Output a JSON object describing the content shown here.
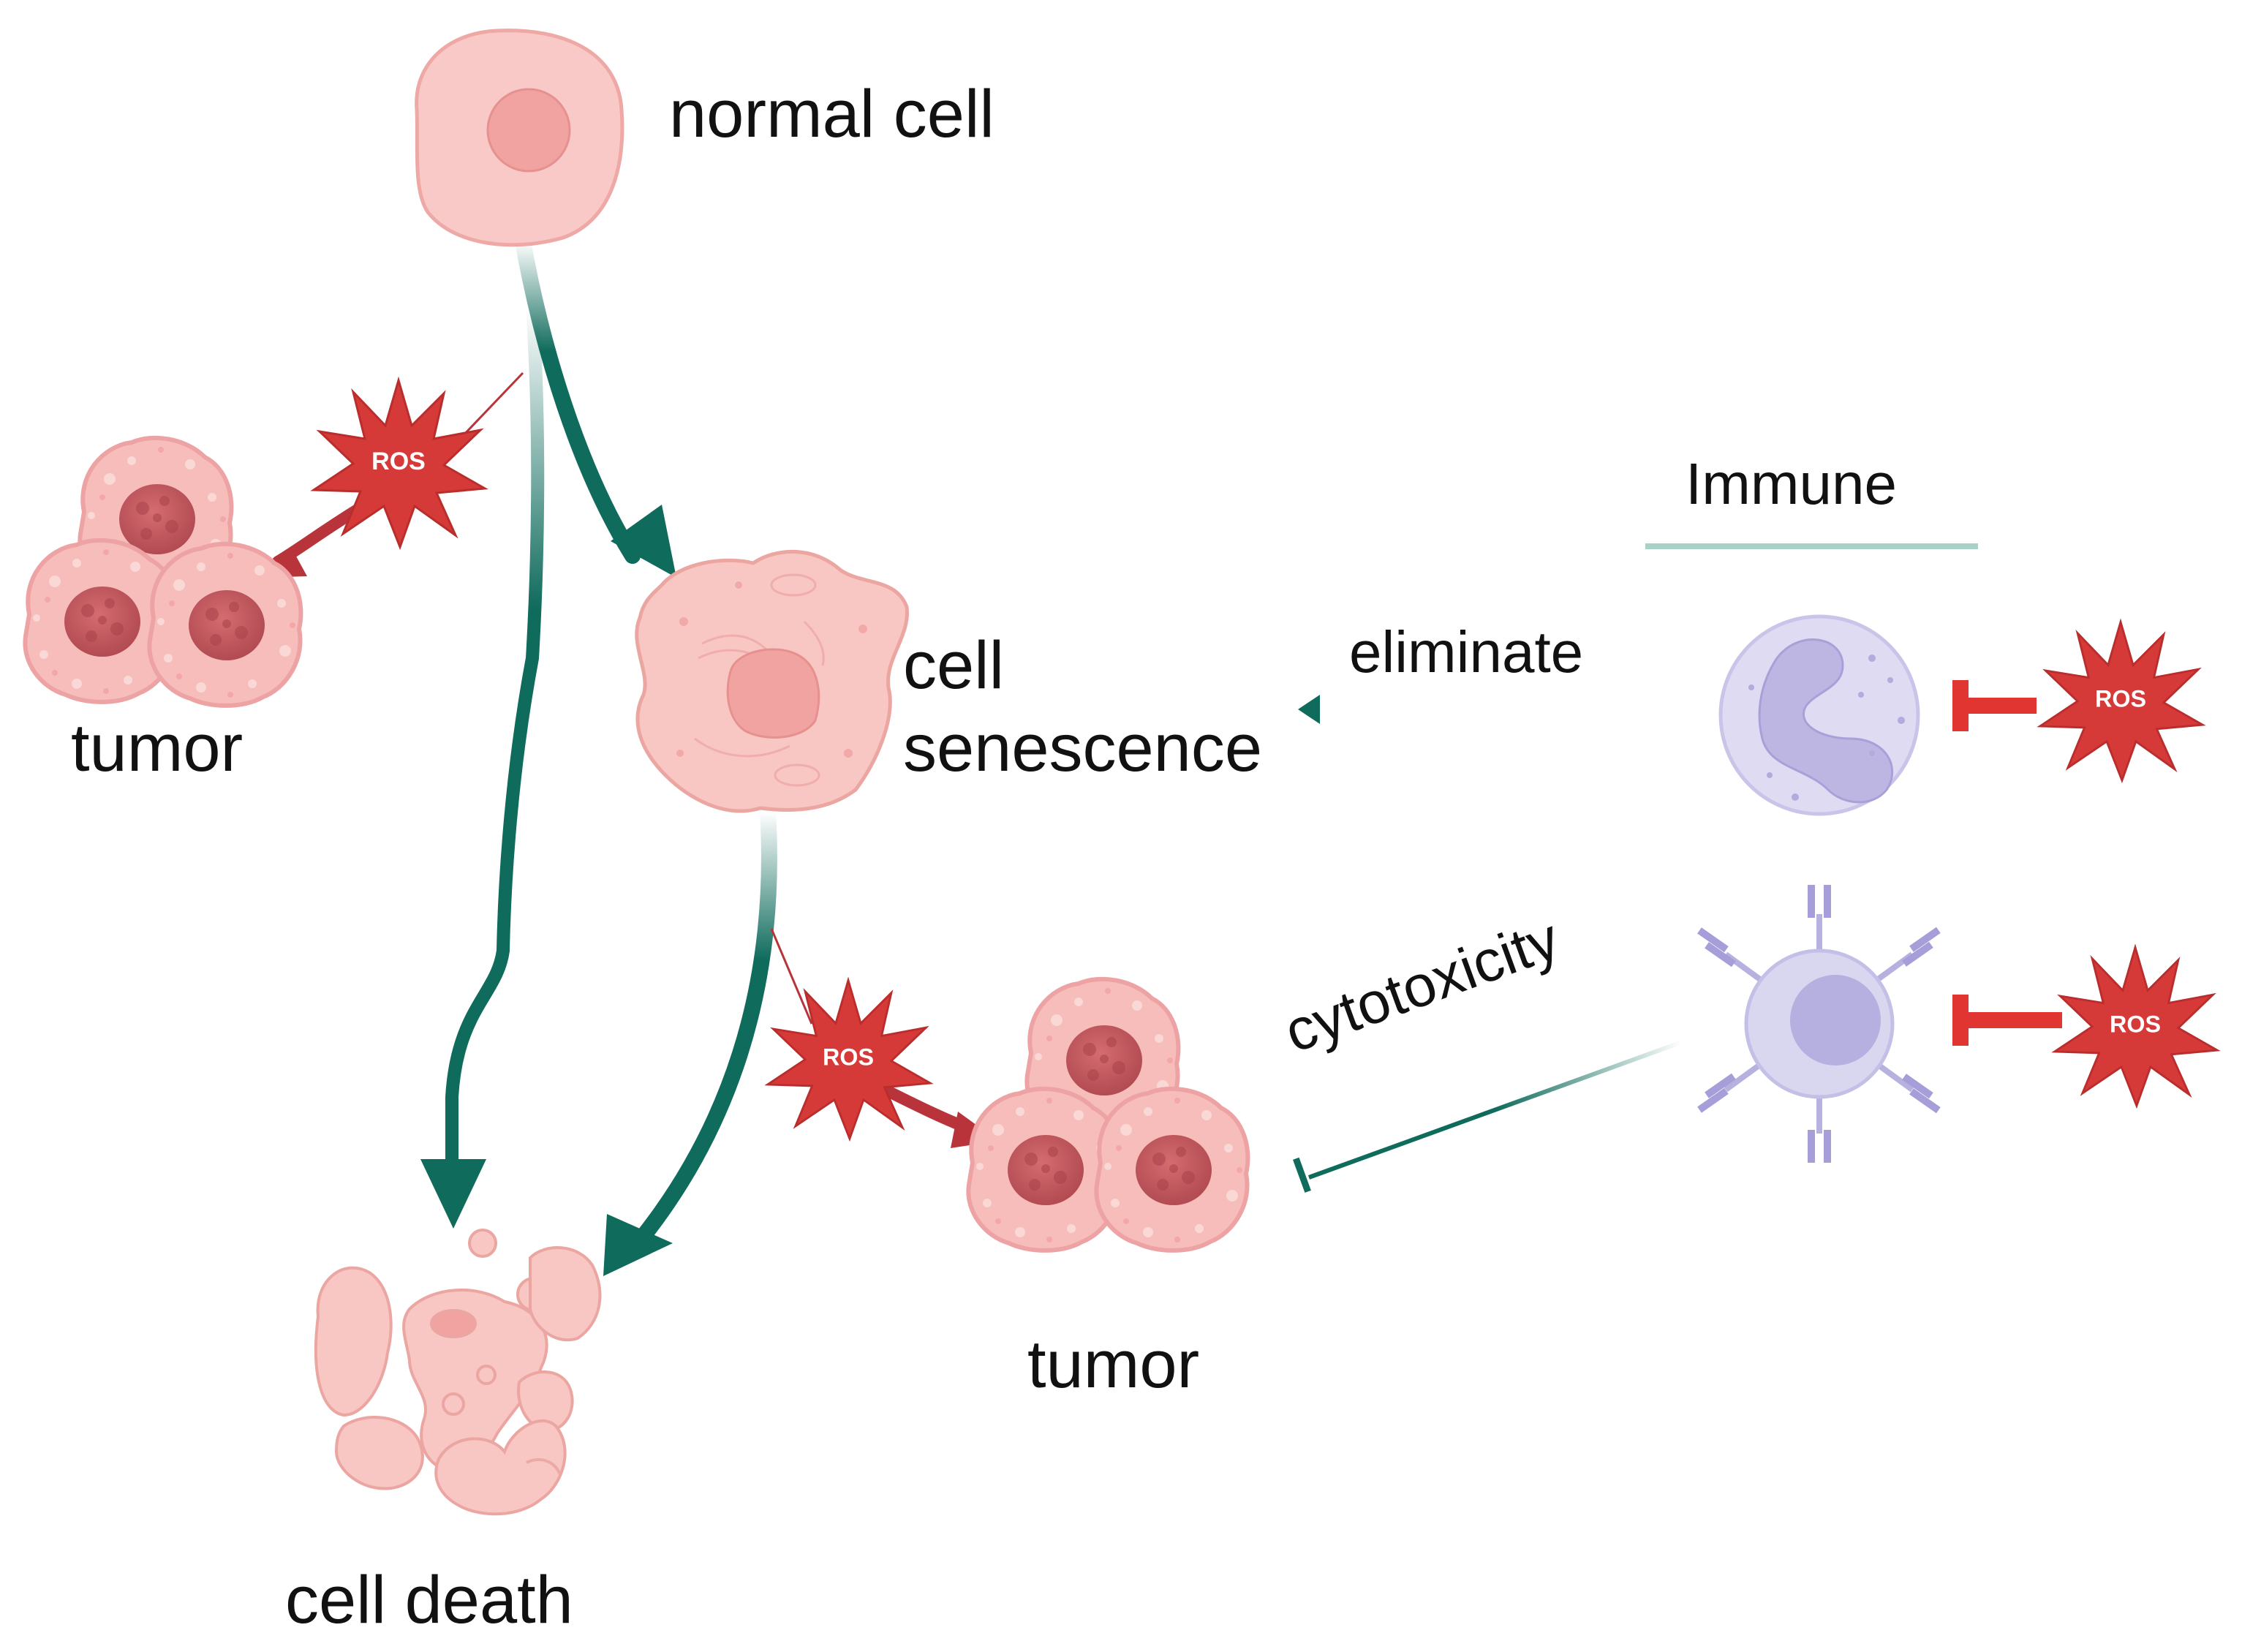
{
  "labels": {
    "normal_cell": "normal cell",
    "tumor_left": "tumor",
    "cell_senescence_line1": "cell",
    "cell_senescence_line2": "senescence",
    "immune": "Immune",
    "eliminate": "eliminate",
    "cytotoxicity": "cytotoxicity",
    "tumor_bottom": "tumor",
    "cell_death": "cell death"
  },
  "ros": {
    "tumor_left": "ROS",
    "tumor_bottom": "ROS",
    "immune_top": "ROS",
    "immune_bottom": "ROS"
  },
  "colors": {
    "pathway_green": "#0f6b5c",
    "ros_red": "#d63a38",
    "ros_arrow": "#b8343a",
    "inhibit_red": "#e03530",
    "cell_pink": "#f8c6c3",
    "cell_edge": "#eba6a2",
    "nucleus": "#f1a3a1",
    "tumor_nucleus": "#c95b60",
    "immune_lilac": "#d9d6f0",
    "immune_nucleus": "#b6b0e0",
    "divider": "#a9d1c8"
  }
}
